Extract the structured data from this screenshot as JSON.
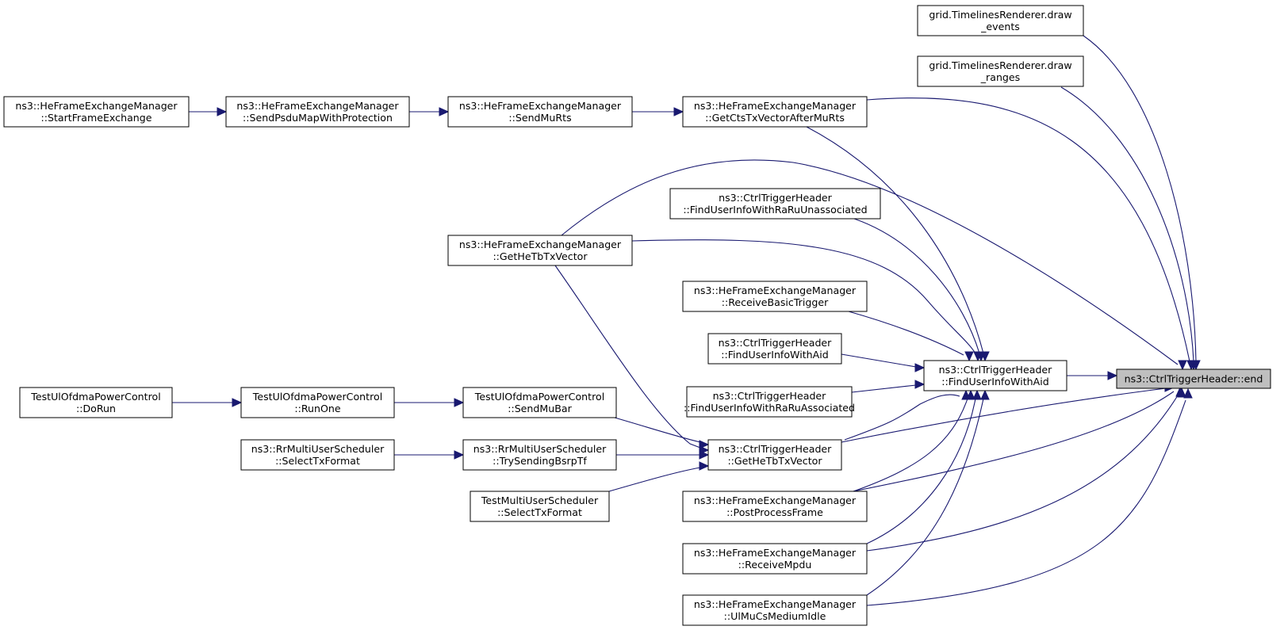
{
  "graph": {
    "title": "ns3::CtrlTriggerHeader::end",
    "edge_color": "#191970",
    "target_fill": "#bfbfbf",
    "nodes": [
      {
        "id": "end",
        "lines": [
          "ns3::CtrlTriggerHeader::end"
        ],
        "target": true
      },
      {
        "id": "draw_events",
        "lines": [
          "grid.TimelinesRenderer.draw",
          "_events"
        ]
      },
      {
        "id": "draw_ranges",
        "lines": [
          "grid.TimelinesRenderer.draw",
          "_ranges"
        ]
      },
      {
        "id": "start_frame_exchange",
        "lines": [
          "ns3::HeFrameExchangeManager",
          "::StartFrameExchange"
        ]
      },
      {
        "id": "send_psdu_map",
        "lines": [
          "ns3::HeFrameExchangeManager",
          "::SendPsduMapWithProtection"
        ]
      },
      {
        "id": "send_mu_rts",
        "lines": [
          "ns3::HeFrameExchangeManager",
          "::SendMuRts"
        ]
      },
      {
        "id": "get_cts_tx_vector",
        "lines": [
          "ns3::HeFrameExchangeManager",
          "::GetCtsTxVectorAfterMuRts"
        ]
      },
      {
        "id": "find_ra_ru_unassoc",
        "lines": [
          "ns3::CtrlTriggerHeader",
          "::FindUserInfoWithRaRuUnassociated"
        ]
      },
      {
        "id": "hefem_get_he_tb",
        "lines": [
          "ns3::HeFrameExchangeManager",
          "::GetHeTbTxVector"
        ]
      },
      {
        "id": "receive_basic_trigger",
        "lines": [
          "ns3::HeFrameExchangeManager",
          "::ReceiveBasicTrigger"
        ]
      },
      {
        "id": "find_aid_left",
        "lines": [
          "ns3::CtrlTriggerHeader",
          "::FindUserInfoWithAid"
        ]
      },
      {
        "id": "find_aid",
        "lines": [
          "ns3::CtrlTriggerHeader",
          "::FindUserInfoWithAid"
        ]
      },
      {
        "id": "find_ra_ru_assoc",
        "lines": [
          "ns3::CtrlTriggerHeader",
          "::FindUserInfoWithRaRuAssociated"
        ]
      },
      {
        "id": "test_do_run",
        "lines": [
          "TestUlOfdmaPowerControl",
          "::DoRun"
        ]
      },
      {
        "id": "test_run_one",
        "lines": [
          "TestUlOfdmaPowerControl",
          "::RunOne"
        ]
      },
      {
        "id": "test_send_mu_bar",
        "lines": [
          "TestUlOfdmaPowerControl",
          "::SendMuBar"
        ]
      },
      {
        "id": "ctrl_get_he_tb",
        "lines": [
          "ns3::CtrlTriggerHeader",
          "::GetHeTbTxVector"
        ]
      },
      {
        "id": "rr_select_tx",
        "lines": [
          "ns3::RrMultiUserScheduler",
          "::SelectTxFormat"
        ]
      },
      {
        "id": "rr_try_bsrp",
        "lines": [
          "ns3::RrMultiUserScheduler",
          "::TrySendingBsrpTf"
        ]
      },
      {
        "id": "test_mu_select_tx",
        "lines": [
          "TestMultiUserScheduler",
          "::SelectTxFormat"
        ]
      },
      {
        "id": "post_process_frame",
        "lines": [
          "ns3::HeFrameExchangeManager",
          "::PostProcessFrame"
        ]
      },
      {
        "id": "receive_mpdu",
        "lines": [
          "ns3::HeFrameExchangeManager",
          "::ReceiveMpdu"
        ]
      },
      {
        "id": "ul_mu_cs_idle",
        "lines": [
          "ns3::HeFrameExchangeManager",
          "::UlMuCsMediumIdle"
        ]
      }
    ],
    "edges": [
      {
        "from": "draw_events",
        "to": "end"
      },
      {
        "from": "draw_ranges",
        "to": "end"
      },
      {
        "from": "get_cts_tx_vector",
        "to": "end"
      },
      {
        "from": "hefem_get_he_tb",
        "to": "end"
      },
      {
        "from": "find_aid",
        "to": "end"
      },
      {
        "from": "ctrl_get_he_tb",
        "to": "end"
      },
      {
        "from": "post_process_frame",
        "to": "end"
      },
      {
        "from": "receive_mpdu",
        "to": "end"
      },
      {
        "from": "ul_mu_cs_idle",
        "to": "end"
      },
      {
        "from": "send_mu_rts",
        "to": "get_cts_tx_vector"
      },
      {
        "from": "send_psdu_map",
        "to": "send_mu_rts"
      },
      {
        "from": "start_frame_exchange",
        "to": "send_psdu_map"
      },
      {
        "from": "get_cts_tx_vector",
        "to": "find_aid"
      },
      {
        "from": "find_ra_ru_unassoc",
        "to": "find_aid"
      },
      {
        "from": "hefem_get_he_tb",
        "to": "find_aid"
      },
      {
        "from": "receive_basic_trigger",
        "to": "find_aid"
      },
      {
        "from": "find_aid_left",
        "to": "find_aid"
      },
      {
        "from": "find_ra_ru_assoc",
        "to": "find_aid"
      },
      {
        "from": "ctrl_get_he_tb",
        "to": "find_aid"
      },
      {
        "from": "post_process_frame",
        "to": "find_aid"
      },
      {
        "from": "receive_mpdu",
        "to": "find_aid"
      },
      {
        "from": "ul_mu_cs_idle",
        "to": "find_aid"
      },
      {
        "from": "hefem_get_he_tb",
        "to": "ctrl_get_he_tb"
      },
      {
        "from": "test_send_mu_bar",
        "to": "ctrl_get_he_tb"
      },
      {
        "from": "rr_try_bsrp",
        "to": "ctrl_get_he_tb"
      },
      {
        "from": "test_mu_select_tx",
        "to": "ctrl_get_he_tb"
      },
      {
        "from": "test_run_one",
        "to": "test_send_mu_bar"
      },
      {
        "from": "test_do_run",
        "to": "test_run_one"
      },
      {
        "from": "rr_select_tx",
        "to": "rr_try_bsrp"
      }
    ]
  }
}
